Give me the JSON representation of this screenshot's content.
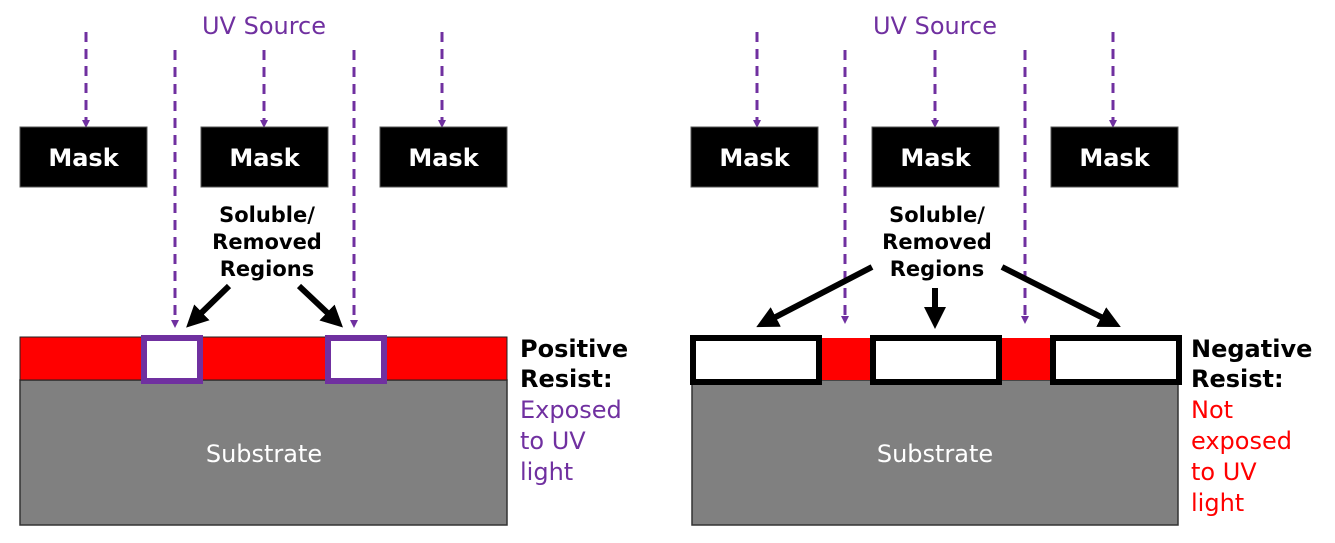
{
  "colors": {
    "uv": "#7030a0",
    "mask": "#000000",
    "resist": "#ff0000",
    "substrate": "#808080",
    "removed_fill": "#ffffff",
    "positive_desc": "#7030a0",
    "negative_desc": "#ff0000"
  },
  "positive": {
    "uv_source_label": "UV Source",
    "mask_label": "Mask",
    "callout_lines": [
      "Soluble/",
      "Removed",
      "Regions"
    ],
    "substrate_label": "Substrate",
    "title_lines": [
      "Positive",
      "Resist:"
    ],
    "desc_lines": [
      "Exposed",
      "to UV",
      "light"
    ]
  },
  "negative": {
    "uv_source_label": "UV Source",
    "mask_label": "Mask",
    "callout_lines": [
      "Soluble/",
      "Removed",
      "Regions"
    ],
    "substrate_label": "Substrate",
    "title_lines": [
      "Negative",
      "Resist:"
    ],
    "desc_lines": [
      "Not",
      "exposed",
      "to UV",
      "light"
    ]
  }
}
